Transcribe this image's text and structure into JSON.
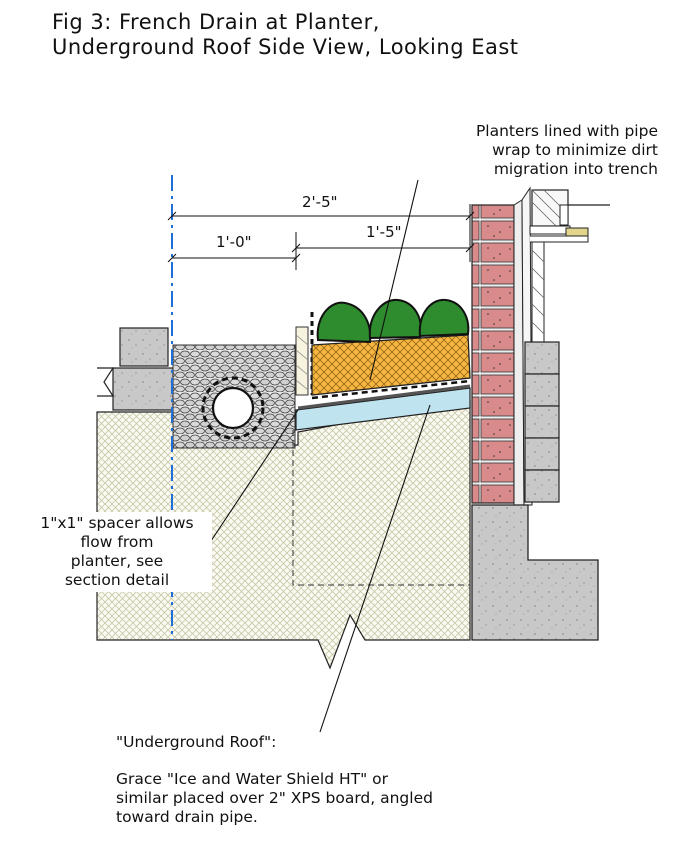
{
  "title": {
    "line1": "Fig 3: French Drain at Planter,",
    "line2": "Underground Roof Side View, Looking East"
  },
  "dimensions": {
    "overall": "2'-5\"",
    "left": "1'-0\"",
    "right": "1'-5\""
  },
  "callouts": {
    "planter_wrap": [
      "Planters lined with pipe",
      "wrap to minimize dirt",
      "migration into trench"
    ],
    "spacer": [
      "1\"x1\" spacer allows",
      "flow from",
      "planter, see",
      "section detail"
    ],
    "underground_roof_heading": "\"Underground Roof\":",
    "underground_roof_body": [
      "Grace \"Ice and Water Shield HT\" or",
      "similar placed over 2\" XPS board, angled",
      "toward drain pipe."
    ]
  },
  "colors": {
    "soil_hatch": "#c7c7a8",
    "gravel": "#d8d8d8",
    "planter_fill": "#f5b642",
    "plants": "#2e8b2e",
    "brick": "#d98b8b",
    "concrete": "#c8c8c8",
    "xps_board": "#bfe3ef",
    "centerline": "#1e6fd9"
  }
}
